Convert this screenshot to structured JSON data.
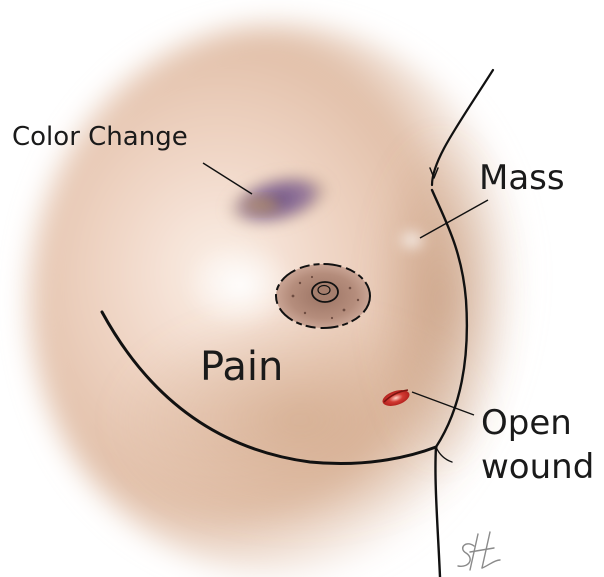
{
  "labels": {
    "color_change": "Color Change",
    "mass": "Mass",
    "pain": "Pain",
    "open_wound_line1": "Open",
    "open_wound_line2": "wound"
  },
  "signature": "SH",
  "colors": {
    "skin_base": "#e8c9b3",
    "skin_shadow": "#c4997a",
    "skin_highlight": "#fdf3ec",
    "bruise_purple": "#6a4e8a",
    "bruise_yellow": "#c7a14a",
    "areola": "#b48b78",
    "wound_red": "#c8322c",
    "outline": "#111111"
  }
}
